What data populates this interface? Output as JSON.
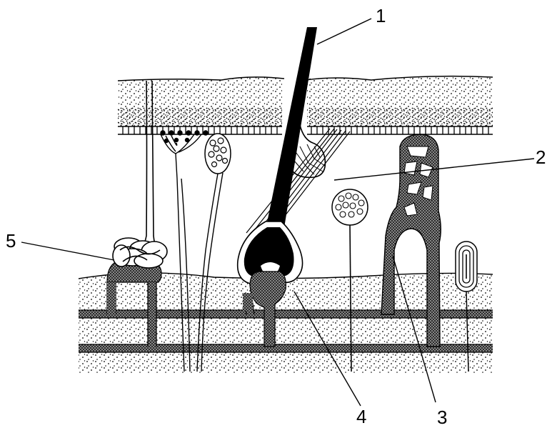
{
  "figure": {
    "callouts": [
      {
        "id": "1",
        "label": "1"
      },
      {
        "id": "2",
        "label": "2"
      },
      {
        "id": "3",
        "label": "3"
      },
      {
        "id": "4",
        "label": "4"
      },
      {
        "id": "5",
        "label": "5"
      }
    ]
  },
  "colors": {
    "ink": "#000000",
    "background": "#ffffff"
  }
}
